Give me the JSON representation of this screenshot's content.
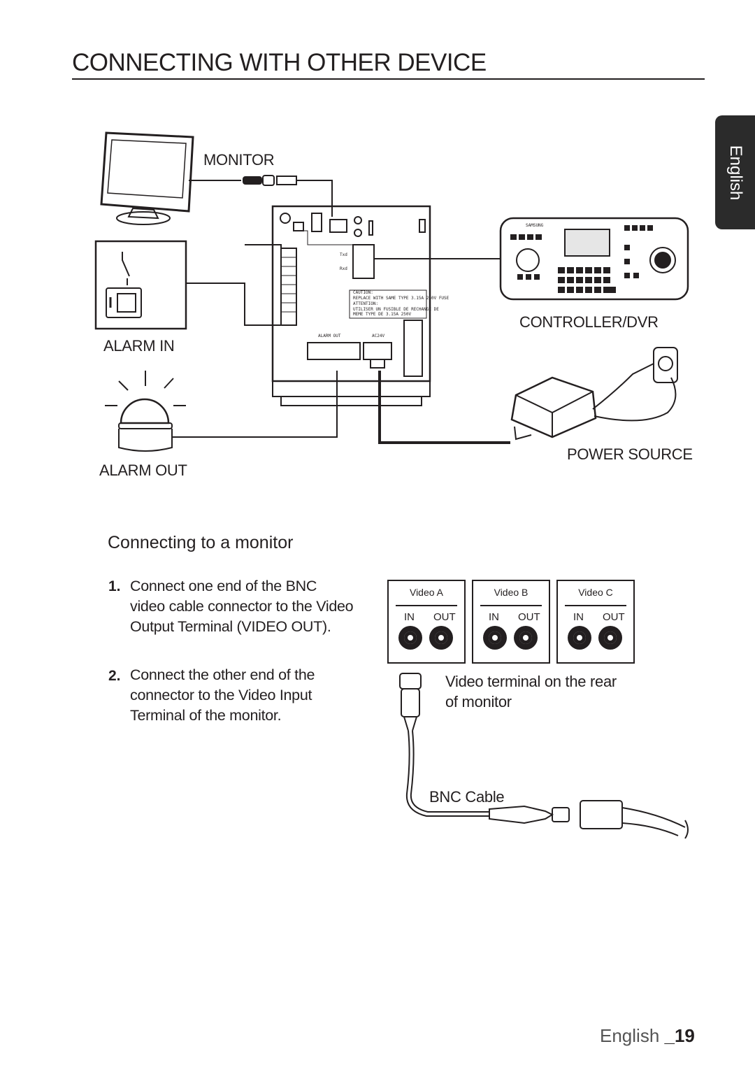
{
  "header": {
    "title": "CONNECTING WITH OTHER DEVICE"
  },
  "side_tab": {
    "label": "English"
  },
  "diagram_labels": {
    "monitor": "MONITOR",
    "alarm_in": "ALARM IN",
    "alarm_out": "ALARM OUT",
    "controller": "CONTROLLER/DVR",
    "power_source": "POWER SOURCE"
  },
  "section": {
    "heading": "Connecting to a monitor",
    "steps": [
      {
        "num": "1.",
        "text": "Connect one end of the BNC video cable connector to the Video Output Terminal (VIDEO OUT)."
      },
      {
        "num": "2.",
        "text": "Connect the other end of the connector to the Video Input Terminal of the monitor."
      }
    ]
  },
  "video_panel": {
    "boxes": [
      {
        "title": "Video A",
        "in": "IN",
        "out": "OUT"
      },
      {
        "title": "Video B",
        "in": "IN",
        "out": "OUT"
      },
      {
        "title": "Video C",
        "in": "IN",
        "out": "OUT"
      }
    ],
    "terminal_caption": "Video terminal on the rear of monitor",
    "cable_caption": "BNC Cable"
  },
  "footer": {
    "lang": "English",
    "page": "_19"
  }
}
